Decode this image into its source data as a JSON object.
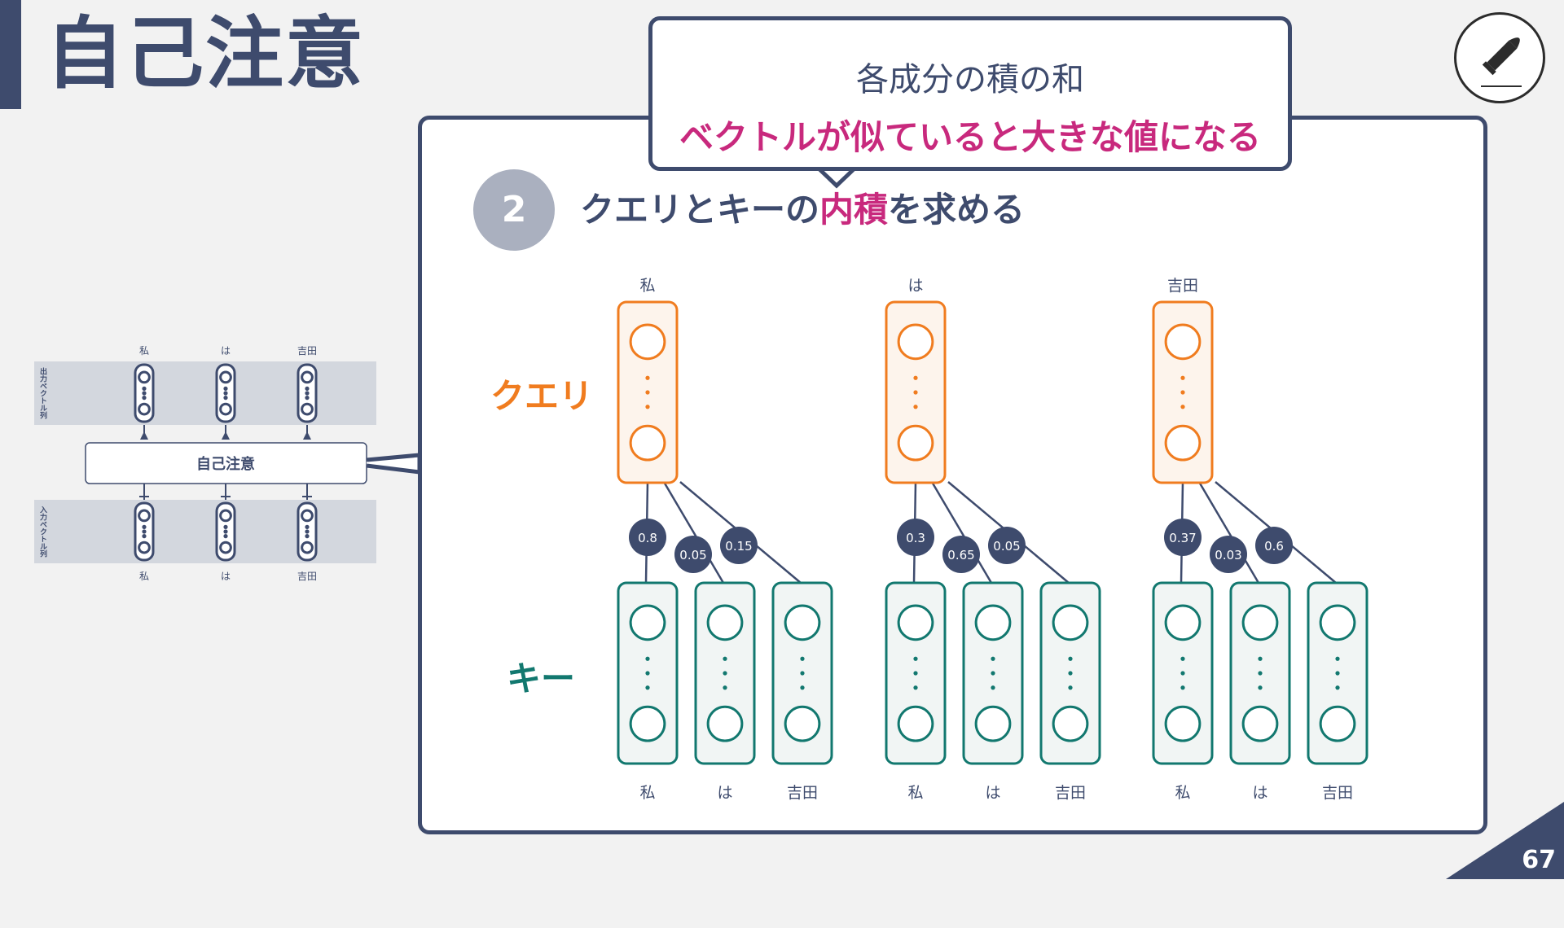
{
  "slide": {
    "title": "自己注意",
    "page_number": "67"
  },
  "callout": {
    "line1": "各成分の積の和",
    "line2": "ベクトルが似ていると大きな値になる"
  },
  "step": {
    "number": "2",
    "heading_pre": "クエリとキーの",
    "heading_hl": "内積",
    "heading_post": "を求める"
  },
  "labels": {
    "query": "クエリ",
    "key": "キー"
  },
  "colors": {
    "navy": "#3e4b6d",
    "accent": "#c8297d",
    "query": "#f07c1f",
    "key": "#12786f",
    "band": "#d3d7de",
    "step": "#aab0bf"
  },
  "icons": {
    "logo": "bullet-icon"
  },
  "overview": {
    "block_label": "自己注意",
    "output_label": "出力ベクトル列",
    "input_label": "入力ベクトル列",
    "tokens": [
      "私",
      "は",
      "吉田"
    ]
  },
  "diagram": {
    "groups": [
      {
        "query": "私",
        "keys": [
          "私",
          "は",
          "吉田"
        ],
        "scores": [
          "0.8",
          "0.05",
          "0.15"
        ]
      },
      {
        "query": "は",
        "keys": [
          "私",
          "は",
          "吉田"
        ],
        "scores": [
          "0.3",
          "0.65",
          "0.05"
        ]
      },
      {
        "query": "吉田",
        "keys": [
          "私",
          "は",
          "吉田"
        ],
        "scores": [
          "0.37",
          "0.03",
          "0.6"
        ]
      }
    ]
  }
}
